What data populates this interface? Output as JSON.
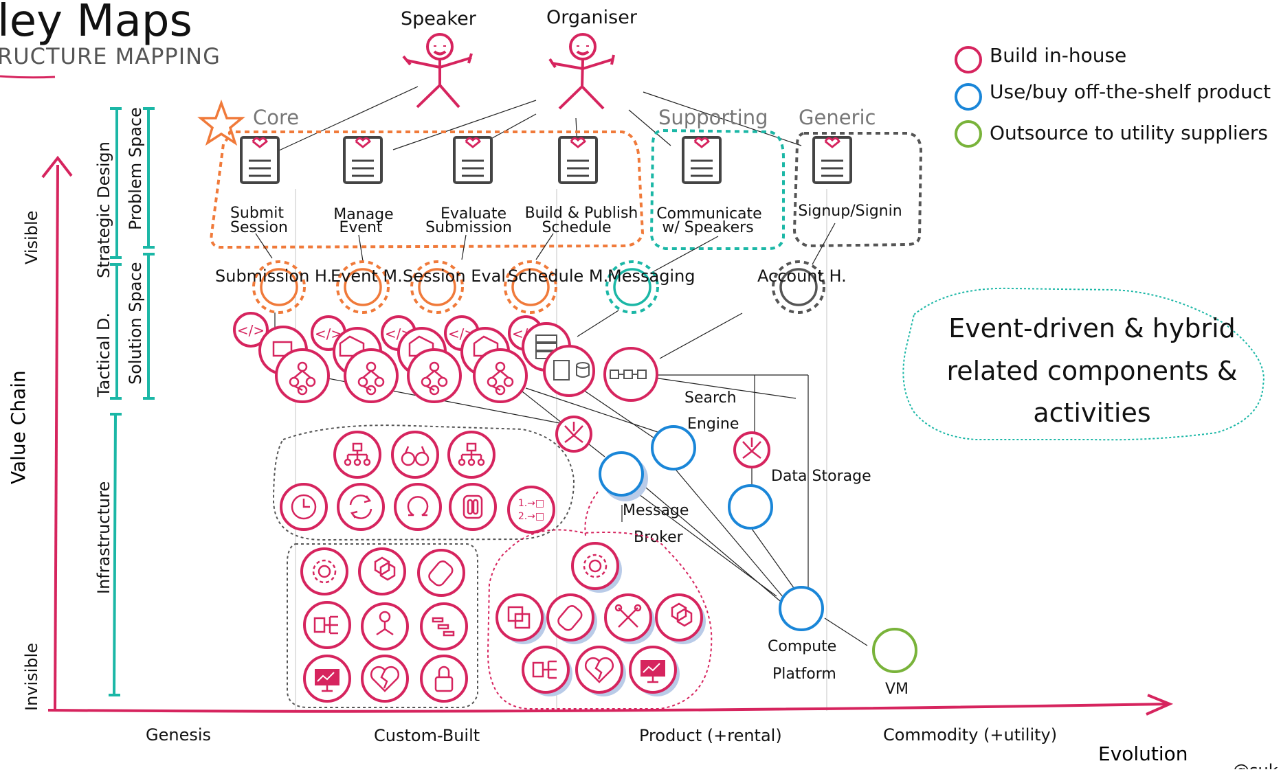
{
  "header": {
    "title": "ley Maps",
    "subtitle": "RUCTURE MAPPING"
  },
  "actors": [
    {
      "label": "Speaker"
    },
    {
      "label": "Organiser"
    }
  ],
  "categories": {
    "core": "Core",
    "supporting": "Supporting",
    "generic": "Generic"
  },
  "subdomains": [
    {
      "line1": "Submit",
      "line2": "Session"
    },
    {
      "line1": "Manage",
      "line2": "Event"
    },
    {
      "line1": "Evaluate",
      "line2": "Submission"
    },
    {
      "line1": "Build & Publish",
      "line2": "Schedule"
    },
    {
      "line1": "Communicate",
      "line2": "w/ Speakers"
    },
    {
      "line1": "Signup/Signin",
      "line2": ""
    }
  ],
  "bounded_contexts": [
    {
      "label": "Submission H."
    },
    {
      "label": "Event M."
    },
    {
      "label": "Session Eval."
    },
    {
      "label": "Schedule M."
    },
    {
      "label": "Messaging"
    },
    {
      "label": "Account H."
    }
  ],
  "legend": [
    {
      "label": "Build in-house",
      "color": "#d6245e"
    },
    {
      "label": "Use/buy off-the-shelf product",
      "color": "#1a86d8"
    },
    {
      "label": "Outsource to utility suppliers",
      "color": "#79b33a"
    }
  ],
  "note": {
    "line1": "Event-driven & hybrid",
    "line2": "related components &",
    "line3": "activities"
  },
  "components": {
    "search_engine_1": "Search",
    "search_engine_2": "Engine",
    "data_storage": "Data Storage",
    "message_broker_1": "Message",
    "message_broker_2": "Broker",
    "compute_1": "Compute",
    "compute_2": "Platform",
    "vm": "VM"
  },
  "y_axis": {
    "title": "Value Chain",
    "top": "Visible",
    "bottom": "Invisible"
  },
  "phases": {
    "strategic": "Strategic Design",
    "problem": "Problem Space",
    "tactical": "Tactical D.",
    "solution": "Solution Space",
    "infrastructure": "Infrastructure"
  },
  "x_axis": {
    "title": "Evolution",
    "stages": [
      "Genesis",
      "Custom-Built",
      "Product (+rental)",
      "Commodity (+utility)"
    ]
  },
  "credit": "@suk"
}
